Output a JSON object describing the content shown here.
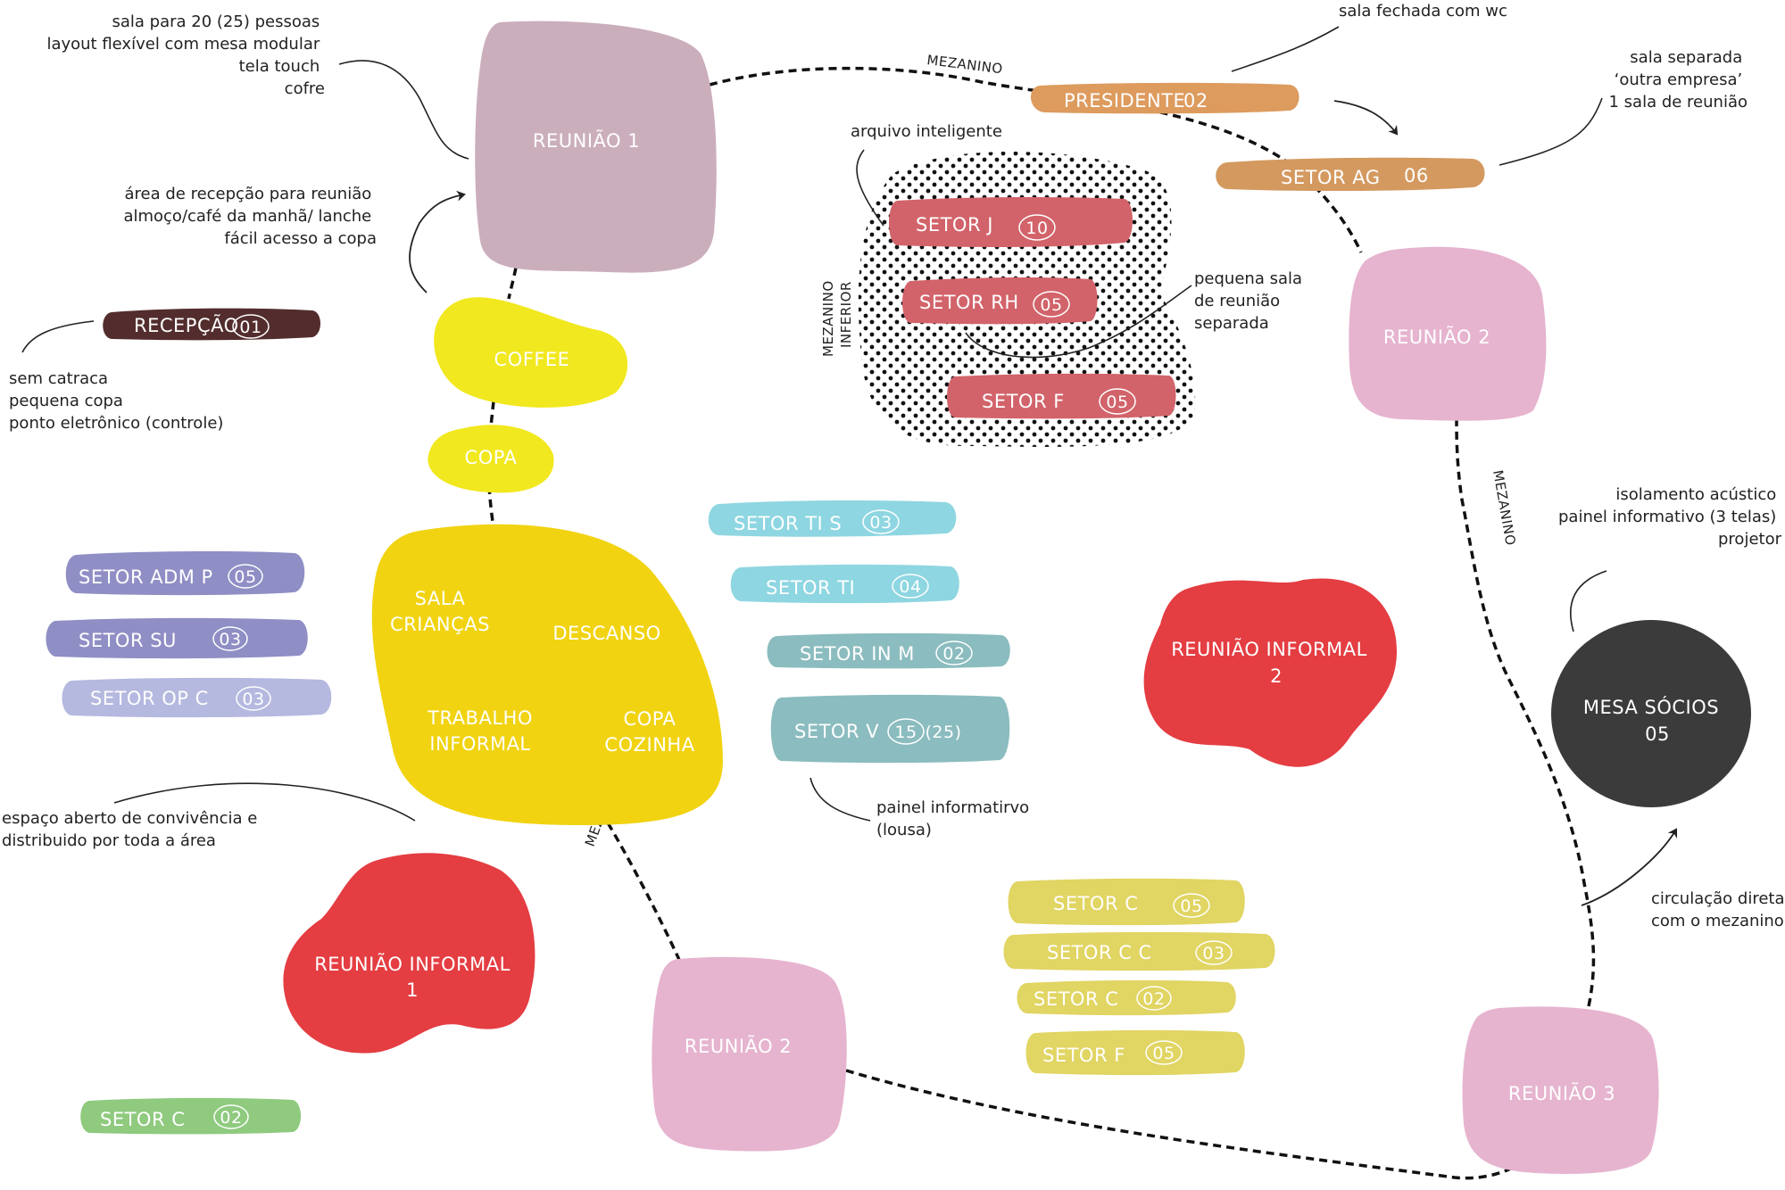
{
  "colors": {
    "reuniao1": "#cbaebc",
    "reuniao_pink": "#e6b4cf",
    "informal_red": "#e43d42",
    "coffee_yellow": "#f1e81f",
    "open_area_yellow": "#f1d311",
    "presidente_orange": "#dd9b5e",
    "setor_ag_orange": "#d4995f",
    "mezanino_red": "#d2636a",
    "recepcao_brown": "#532d2d",
    "ti_cyan": "#8ed6e1",
    "teal": "#8bbcbf",
    "purple": "#8f8ec5",
    "lavender": "#b5b8df",
    "olive_yellow": "#e1d563",
    "green": "#8fca7f",
    "socios_dark": "#3b3b3c"
  },
  "rooms": {
    "reuniao1": "REUNIÃO 1",
    "reuniao2_top": "REUNIÃO 2",
    "reuniao2_bottom": "REUNIÃO 2",
    "reuniao3": "REUNIÃO 3",
    "informal1_l1": "REUNIÃO INFORMAL",
    "informal1_l2": "1",
    "informal2_l1": "REUNIÃO INFORMAL",
    "informal2_l2": "2",
    "coffee": "COFFEE",
    "copa": "COPA",
    "socios_l1": "MESA SÓCIOS",
    "socios_l2": "05",
    "open": {
      "sala_l1": "SALA",
      "sala_l2": "CRIANÇAS",
      "descanso": "DESCANSO",
      "trabalho_l1": "TRABALHO",
      "trabalho_l2": "INFORMAL",
      "copa_l1": "COPA",
      "copa_l2": "COZINHA"
    }
  },
  "sectors": {
    "recepcao": {
      "name": "RECEPÇÃO",
      "count": "01"
    },
    "presidente": {
      "name": "PRESIDENTE",
      "count": "02"
    },
    "setor_ag": {
      "name": "SETOR  AG",
      "count": "06"
    },
    "setor_j": {
      "name": "SETOR  J",
      "count": "10"
    },
    "setor_rh": {
      "name": "SETOR RH",
      "count": "05"
    },
    "setor_f_mez": {
      "name": "SETOR  F",
      "count": "05"
    },
    "setor_ti_s": {
      "name": "SETOR  TI  S",
      "count": "03"
    },
    "setor_ti": {
      "name": "SETOR  TI",
      "count": "04"
    },
    "setor_in_m": {
      "name": "SETOR   IN M",
      "count": "02"
    },
    "setor_v": {
      "name": "SETOR  V",
      "count": "15",
      "count2": "(25)"
    },
    "setor_adm_p": {
      "name": "SETOR  ADM P",
      "count": "05"
    },
    "setor_su": {
      "name": "SETOR  SU",
      "count": "03"
    },
    "setor_op_c": {
      "name": "SETOR  OP C",
      "count": "03"
    },
    "setor_c_1": {
      "name": "SETOR  C",
      "count": "05"
    },
    "setor_c_c": {
      "name": "SETOR  C C",
      "count": "03"
    },
    "setor_c_2": {
      "name": "SETOR  C",
      "count": "02"
    },
    "setor_f_bottom": {
      "name": "SETOR  F",
      "count": "05"
    },
    "setor_c_green": {
      "name": "SETOR  C",
      "count": "02"
    }
  },
  "mezanino": {
    "top": "MEZANINO",
    "right": "MEZANINO",
    "bottom": "MEZANINO",
    "inferior_l1": "MEZANINO",
    "inferior_l2": "INFERIOR"
  },
  "notes": {
    "reuniao1": [
      "sala para 20 (25) pessoas",
      "layout flexível com mesa modular",
      "tela touch",
      "cofre"
    ],
    "recepcao_area": [
      "área de recepção para reunião",
      "almoço/café da manhã/ lanche",
      "fácil acesso a copa"
    ],
    "recepcao": [
      "sem catraca",
      "pequena copa",
      "ponto eletrônico (controle)"
    ],
    "presidente": [
      "sala fechada com wc"
    ],
    "setor_ag": [
      "sala separada",
      "‘outra empresa’",
      "1 sala de reunião"
    ],
    "arquivo": [
      "arquivo inteligente"
    ],
    "pequena_sala": [
      "pequena sala",
      "de reunião",
      "separada"
    ],
    "socios": [
      "isolamento acústico",
      "painel informativo (3 telas)",
      "projetor"
    ],
    "circulacao": [
      "circulação direta",
      "com o mezanino"
    ],
    "painel": [
      "painel informatirvo",
      "(lousa)"
    ],
    "espaco": [
      "espaço aberto de convivência e",
      "distribuido por toda a área"
    ]
  }
}
